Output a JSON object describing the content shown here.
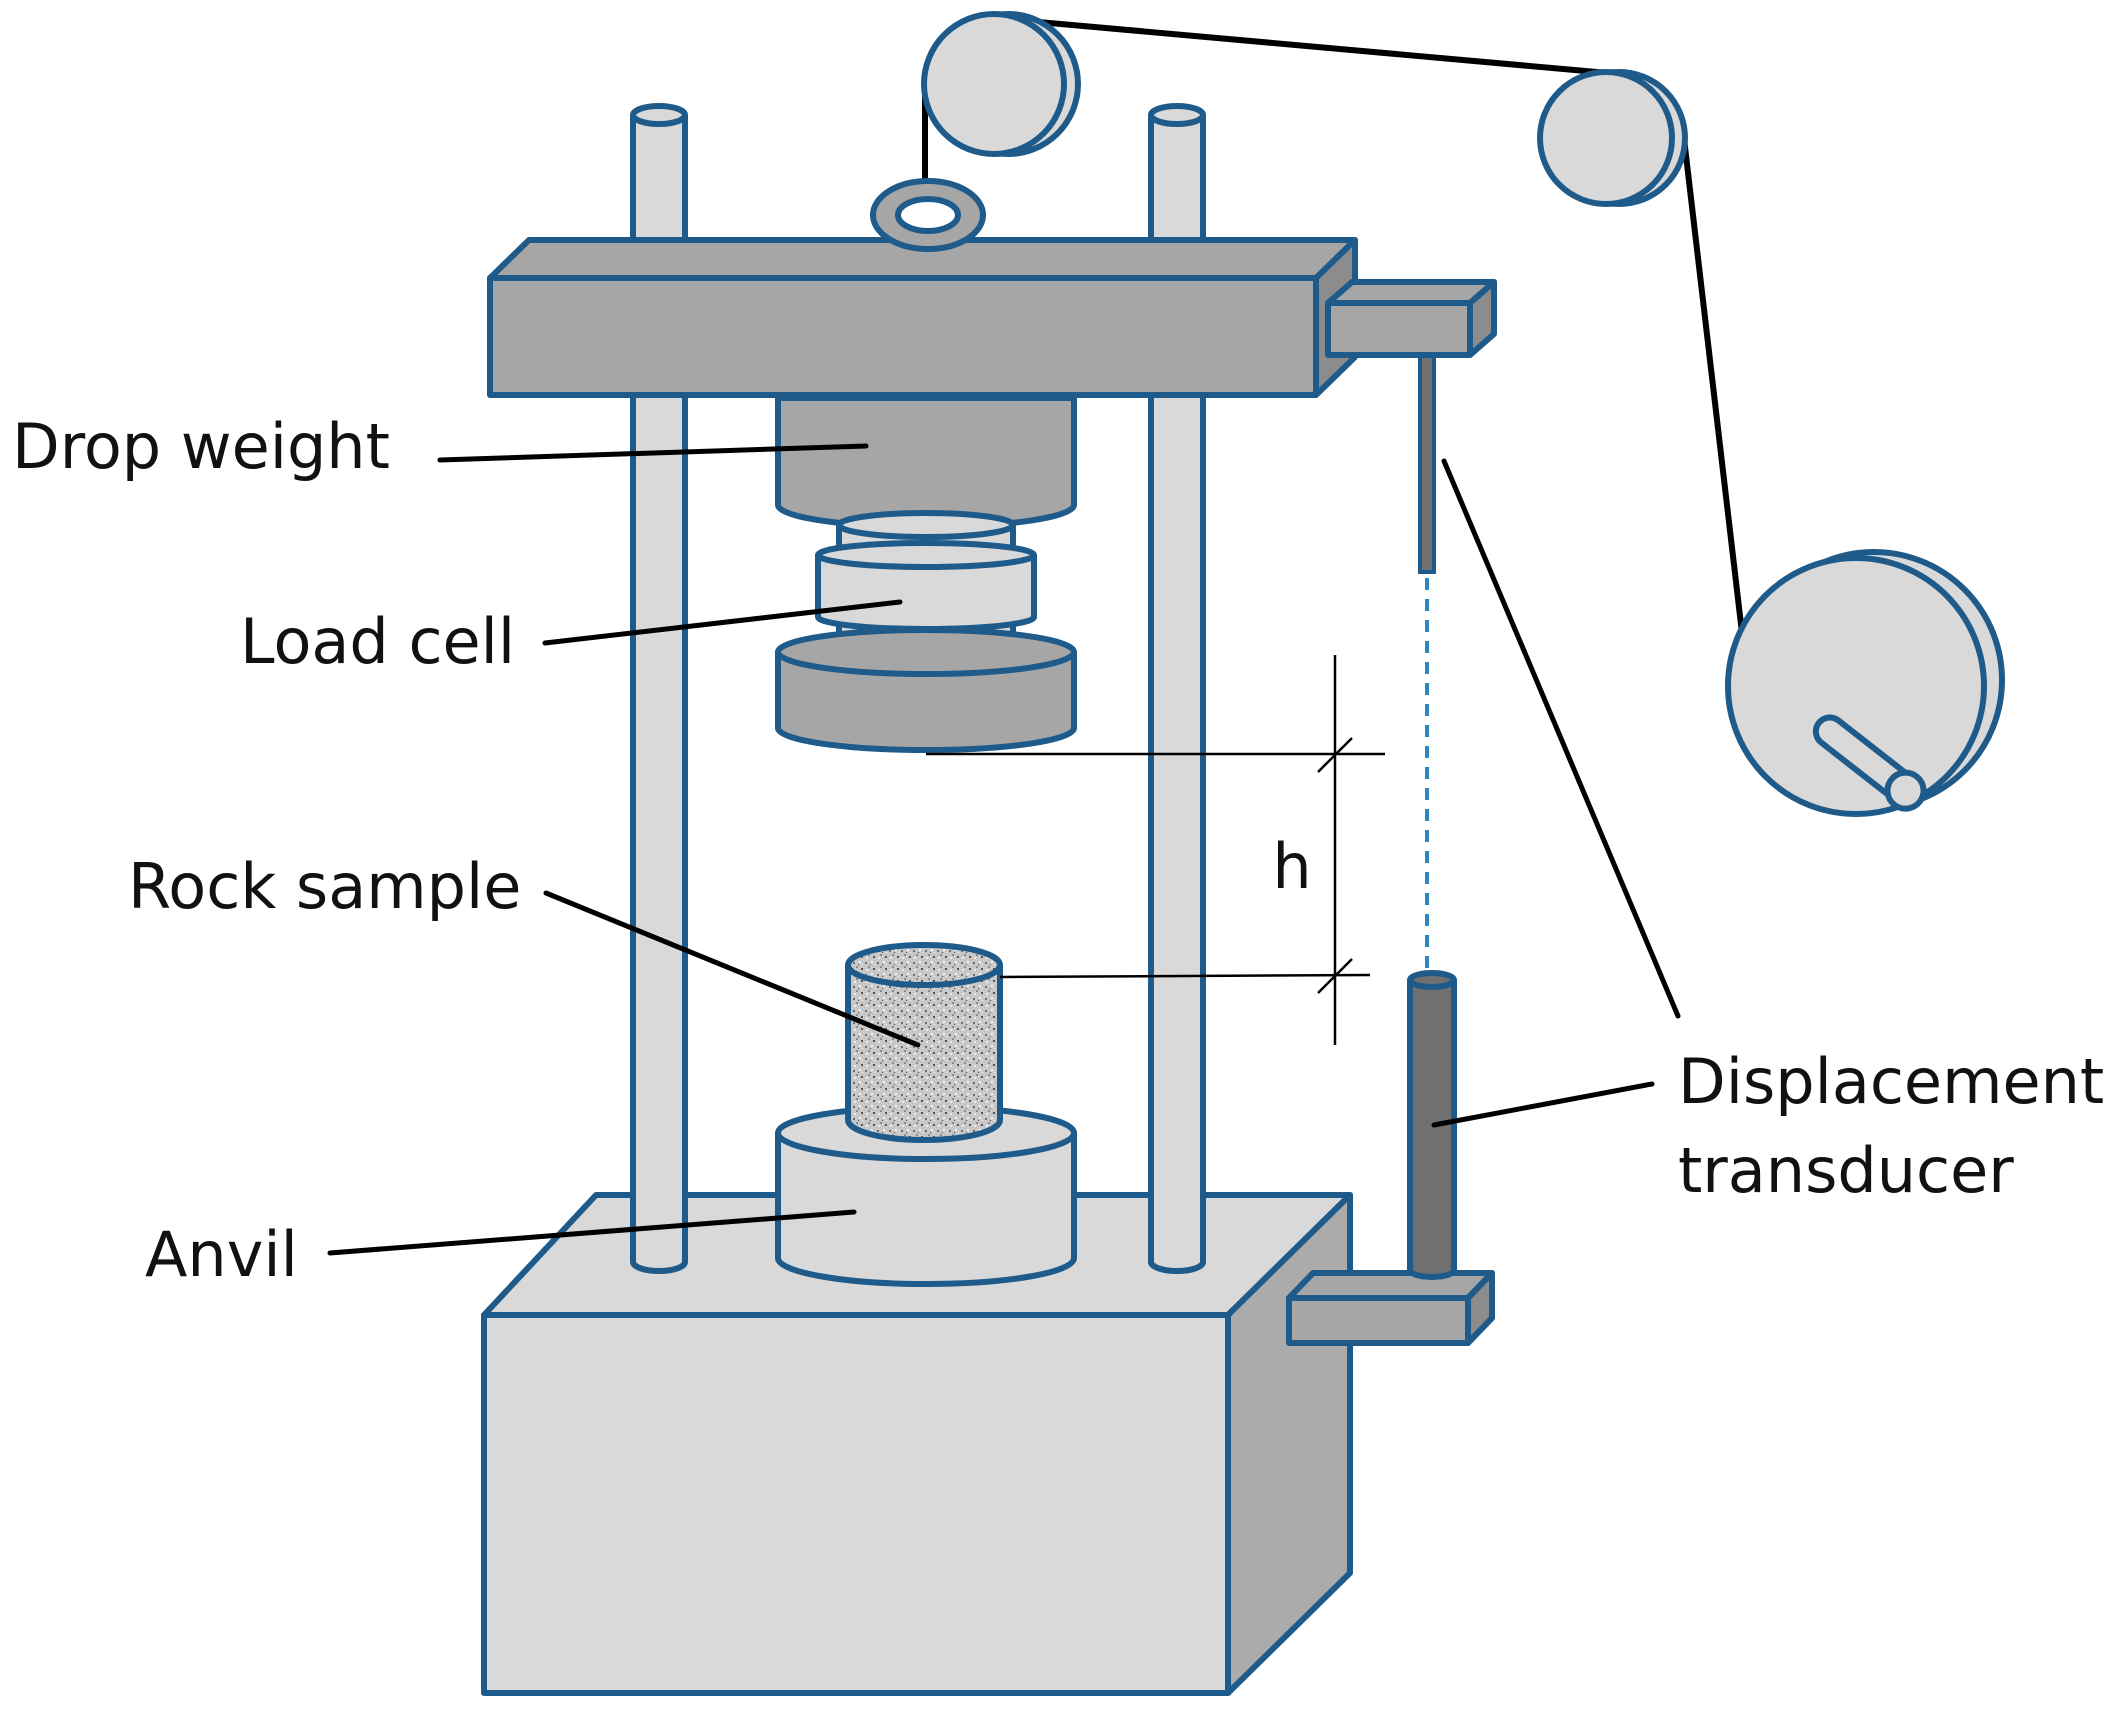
{
  "labels": {
    "drop_weight": "Drop weight",
    "load_cell": "Load cell",
    "rock_sample": "Rock sample",
    "anvil": "Anvil",
    "displacement_line1": "Displacement",
    "displacement_line2": "transducer",
    "height": "h"
  },
  "colors": {
    "outline": "#1E5A8A",
    "body_light": "#D9D9D9",
    "body_side": "#ABABAB",
    "dark_gray": "#A6A6A6",
    "transducer": "#707070",
    "dashed_link": "#2E86C1",
    "cable": "#000000"
  }
}
